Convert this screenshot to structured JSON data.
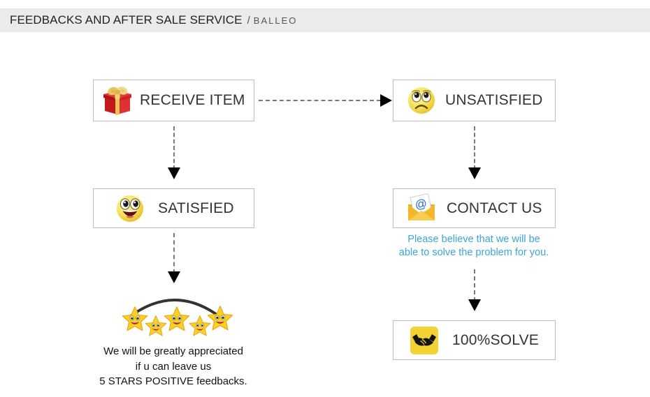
{
  "header": {
    "title": "FEEDBACKS AND AFTER SALE SERVICE",
    "separator": "/",
    "brand": "BALLEO",
    "background_color": "#ebebeb"
  },
  "flow": {
    "nodes": [
      {
        "id": "receive-item",
        "label": "RECEIVE ITEM",
        "icon": "gift-box-icon"
      },
      {
        "id": "unsatisfied",
        "label": "UNSATISFIED",
        "icon": "sad-face-icon"
      },
      {
        "id": "satisfied",
        "label": "SATISFIED",
        "icon": "happy-face-icon"
      },
      {
        "id": "contact-us",
        "label": "CONTACT US",
        "icon": "email-envelope-icon"
      },
      {
        "id": "solve",
        "label": "100%SOLVE",
        "icon": "handshake-icon"
      }
    ],
    "connectors": [
      {
        "from": "receive-item",
        "to": "unsatisfied",
        "style": "dashed",
        "direction": "right"
      },
      {
        "from": "receive-item",
        "to": "satisfied",
        "style": "dashed",
        "direction": "down"
      },
      {
        "from": "satisfied",
        "to": "star-rating",
        "style": "dashed",
        "direction": "down"
      },
      {
        "from": "unsatisfied",
        "to": "contact-us",
        "style": "dashed",
        "direction": "down"
      },
      {
        "from": "contact-us",
        "to": "solve",
        "style": "dashed",
        "direction": "down"
      }
    ]
  },
  "contact_note": {
    "line1": "Please believe that we will be",
    "line2": "able to solve the problem for you.",
    "color": "#3aa5dd"
  },
  "star_rating": {
    "count": 5,
    "icon": "smiling-star-icon",
    "note_line1": "We will be greatly appreciated",
    "note_line2": "if u can leave us",
    "note_line3": "5 STARS POSITIVE feedbacks."
  },
  "colors": {
    "gift_red": "#d8262a",
    "gift_ribbon": "#e8c45a",
    "emoji_yellow": "#f7e04a",
    "envelope_yellow": "#f2b827",
    "at_blue": "#1f6fd0",
    "solve_yellow": "#f5d233",
    "star_yellow": "#ffd21e",
    "connector_gray": "#777777"
  }
}
